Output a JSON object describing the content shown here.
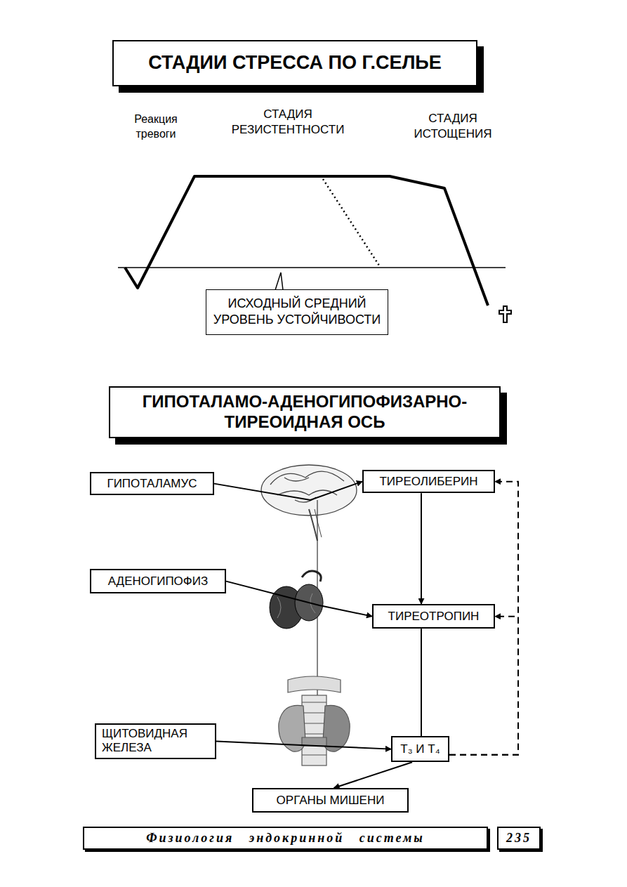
{
  "diagram": {
    "nodes": [
      {
        "text": [
          "СТАДИИ СТРЕССА ПО Г.СЕЛЬЕ"
        ]
      },
      {
        "text": [
          "ИСХОДНЫЙ СРЕДНИЙ УРОВЕНЬ УСТОЙЧИВОСТИ"
        ]
      },
      {
        "text": [
          "ГИПОТАЛАМО-АДЕНОГИПОФИЗАРНО- ТИРЕОИДНАЯ ОСЬ"
        ]
      },
      {
        "text": [
          "ГИПОТАЛАМУС"
        ]
      },
      {
        "text": [
          "ТИРЕОЛИБЕРИН"
        ]
      },
      {
        "text": [
          "АДЕНОГИПОФИЗ"
        ]
      },
      {
        "text": [
          "ТИРЕОТРОПИН"
        ]
      },
      {
        "text": [
          "ЩИТОВИДНАЯ ЖЕЛЕЗА"
        ]
      },
      {
        "text": [
          "Т₃ И Т₄"
        ]
      },
      {
        "text": [
          "ОРГАНЫ МИШЕНИ"
        ]
      },
      {
        "text": [
          "Физиология эндокринной системы"
        ]
      },
      {
        "text": [
          "235"
        ]
      }
    ],
    "edges": [
      {
        "from": 3,
        "to": 4,
        "arrow": "to"
      },
      {
        "from": 5,
        "to": 6,
        "arrow": "to"
      },
      {
        "from": 7,
        "to": 8,
        "arrow": "to"
      },
      {
        "from": 4,
        "to": 6,
        "arrow": "to"
      },
      {
        "from": 6,
        "to": 8,
        "arrow": "none"
      },
      {
        "from": 8,
        "to": 9,
        "arrow": "to"
      },
      {
        "from": 8,
        "to": 6,
        "arrow": "to"
      },
      {
        "from": 8,
        "to": 4,
        "arrow": "to"
      }
    ],
    "labels": [
      "Реакция тревоги",
      "СТАДИЯ РЕЗИСТЕНТНОСТИ",
      "СТАДИЯ ИСТОЩЕНИЯ"
    ]
  }
}
